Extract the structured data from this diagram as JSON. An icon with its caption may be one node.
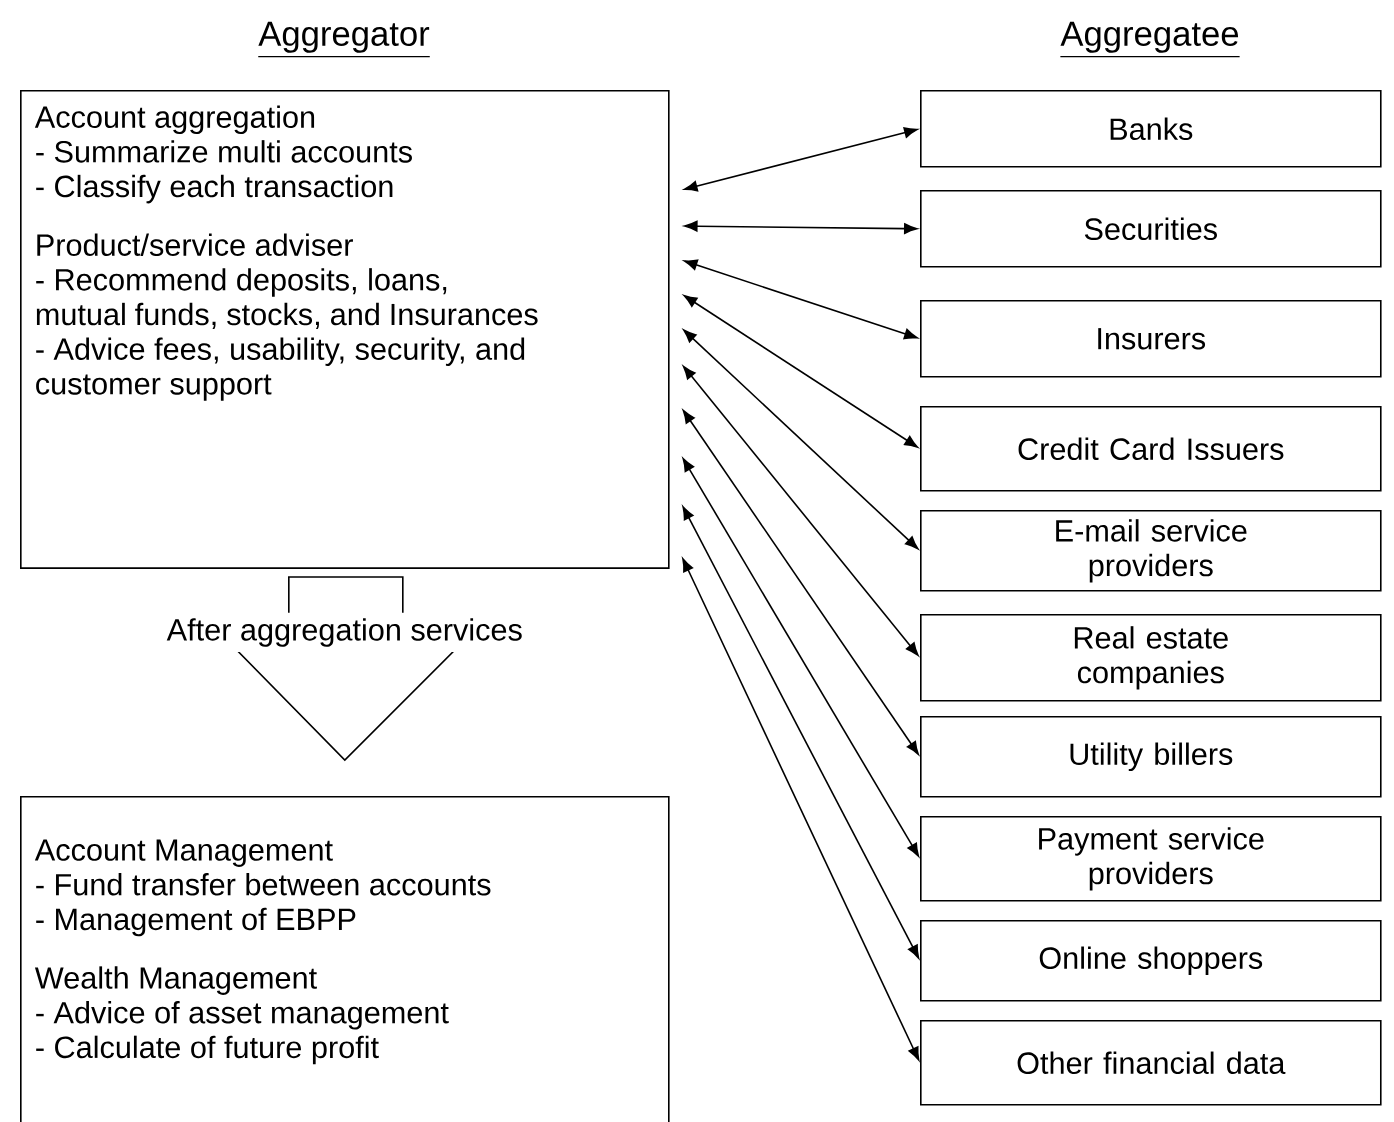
{
  "diagram": {
    "nodes": [
      {
        "text": [
          "Account aggregation",
          "- Summarize multi accounts",
          "- Classify each transaction",
          "Product/service adviser",
          "- Recommend deposits, loans, mutual funds, stocks, and Insurances",
          "- Advice fees, usability, security, and customer support"
        ]
      },
      {
        "text": [
          "Account Management",
          "- Fund transfer between accounts",
          "- Management of EBPP",
          "Wealth Management",
          "- Advice of asset management",
          "- Calculate of future profit"
        ]
      },
      {
        "text": [
          "Banks"
        ]
      },
      {
        "text": [
          "Securities"
        ]
      },
      {
        "text": [
          "Insurers"
        ]
      },
      {
        "text": [
          "Credit Card Issuers"
        ]
      },
      {
        "text": [
          "E-mail service providers"
        ]
      },
      {
        "text": [
          "Real estate companies"
        ]
      },
      {
        "text": [
          "Utility billers"
        ]
      },
      {
        "text": [
          "Payment service providers"
        ]
      },
      {
        "text": [
          "Online shoppers"
        ]
      },
      {
        "text": [
          "Other financial data"
        ]
      }
    ],
    "edges": [
      {
        "from": 0,
        "to": 1,
        "arrow": "to",
        "label": "After aggregation services"
      },
      {
        "from": 0,
        "to": 2,
        "arrow": "both"
      },
      {
        "from": 0,
        "to": 3,
        "arrow": "both"
      },
      {
        "from": 0,
        "to": 4,
        "arrow": "both"
      },
      {
        "from": 0,
        "to": 5,
        "arrow": "both"
      },
      {
        "from": 0,
        "to": 6,
        "arrow": "both"
      },
      {
        "from": 0,
        "to": 7,
        "arrow": "both"
      },
      {
        "from": 0,
        "to": 8,
        "arrow": "both"
      },
      {
        "from": 0,
        "to": 9,
        "arrow": "both"
      },
      {
        "from": 0,
        "to": 10,
        "arrow": "both"
      },
      {
        "from": 0,
        "to": 11,
        "arrow": "both"
      }
    ],
    "labels": [
      "Aggregator",
      "Aggregatee"
    ]
  }
}
